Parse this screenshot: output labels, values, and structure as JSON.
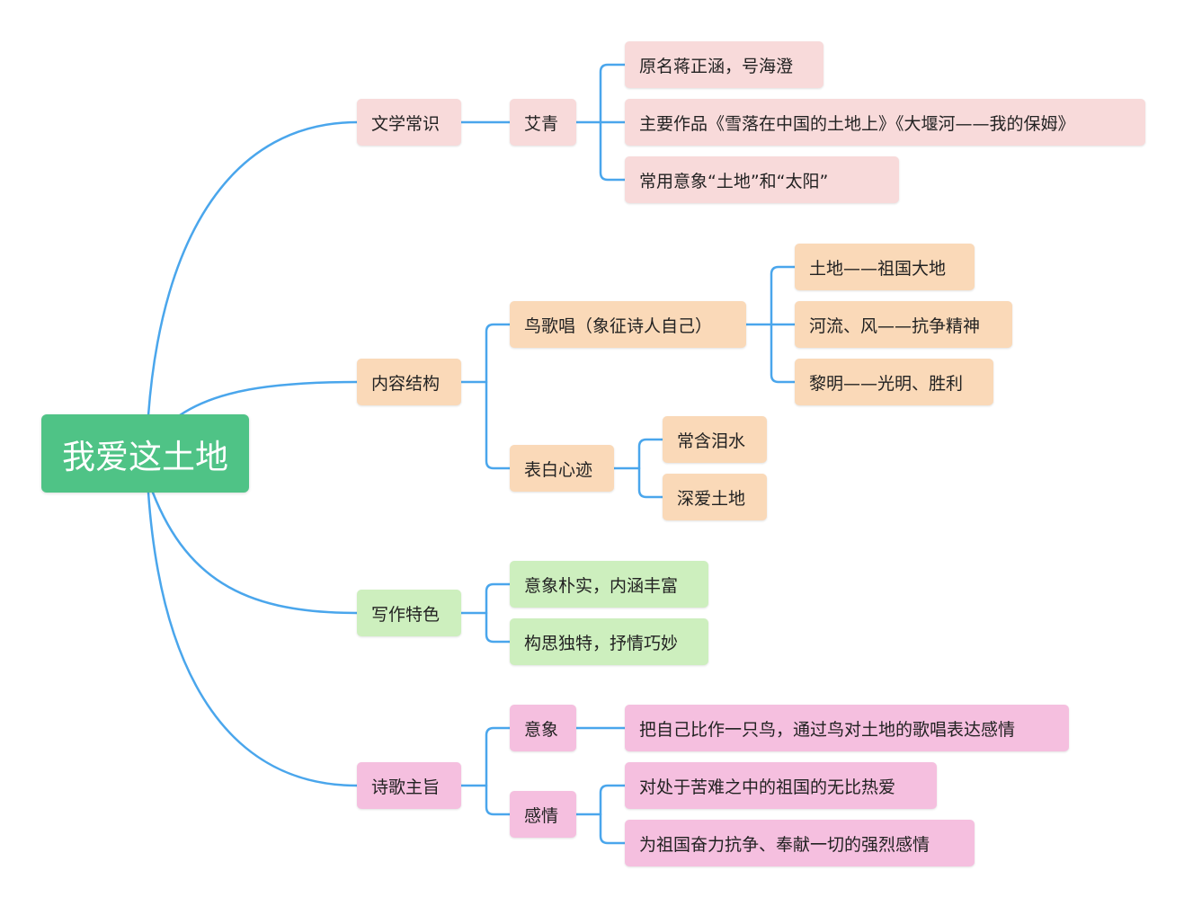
{
  "root": "我爱这土地",
  "branches": [
    {
      "label": "文学常识",
      "children": [
        {
          "label": "艾青",
          "children": [
            {
              "label": "原名蒋正涵，号海澄"
            },
            {
              "label": "主要作品《雪落在中国的土地上》《大堰河——我的保姆》"
            },
            {
              "label": "常用意象“土地”和“太阳”"
            }
          ]
        }
      ]
    },
    {
      "label": "内容结构",
      "children": [
        {
          "label": "鸟歌唱（象征诗人自己）",
          "children": [
            {
              "label": "土地——祖国大地"
            },
            {
              "label": "河流、风——抗争精神"
            },
            {
              "label": "黎明——光明、胜利"
            }
          ]
        },
        {
          "label": "表白心迹",
          "children": [
            {
              "label": "常含泪水"
            },
            {
              "label": "深爱土地"
            }
          ]
        }
      ]
    },
    {
      "label": "写作特色",
      "children": [
        {
          "label": "意象朴实，内涵丰富"
        },
        {
          "label": "构思独特，抒情巧妙"
        }
      ]
    },
    {
      "label": "诗歌主旨",
      "children": [
        {
          "label": "意象",
          "children": [
            {
              "label": "把自己比作一只鸟，通过鸟对土地的歌唱表达感情"
            }
          ]
        },
        {
          "label": "感情",
          "children": [
            {
              "label": "对处于苦难之中的祖国的无比热爱"
            },
            {
              "label": "为祖国奋力抗争、奉献一切的强烈感情"
            }
          ]
        }
      ]
    }
  ],
  "colors": {
    "root": "#4fc386",
    "branch_line": "#4aa6ec",
    "branch_1": "#f8dada",
    "branch_2": "#fad9b8",
    "branch_3": "#cdefbe",
    "branch_4": "#f5bfdf"
  }
}
